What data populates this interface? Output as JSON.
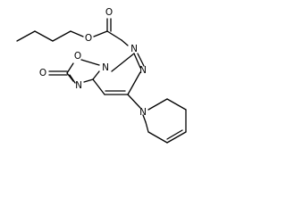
{
  "structure": {
    "atoms": {
      "carbamate_oxygen_top": "O",
      "carbamate_oxygen_ester": "O",
      "nh": "N",
      "ring_oxygen": "O",
      "ring_nitrogen_fused": "N",
      "pyrimidine_nitrogen": "N",
      "carbonyl_oxygen": "O",
      "imine_nitrogen": "N",
      "piperidine_nitrogen": "N"
    }
  }
}
